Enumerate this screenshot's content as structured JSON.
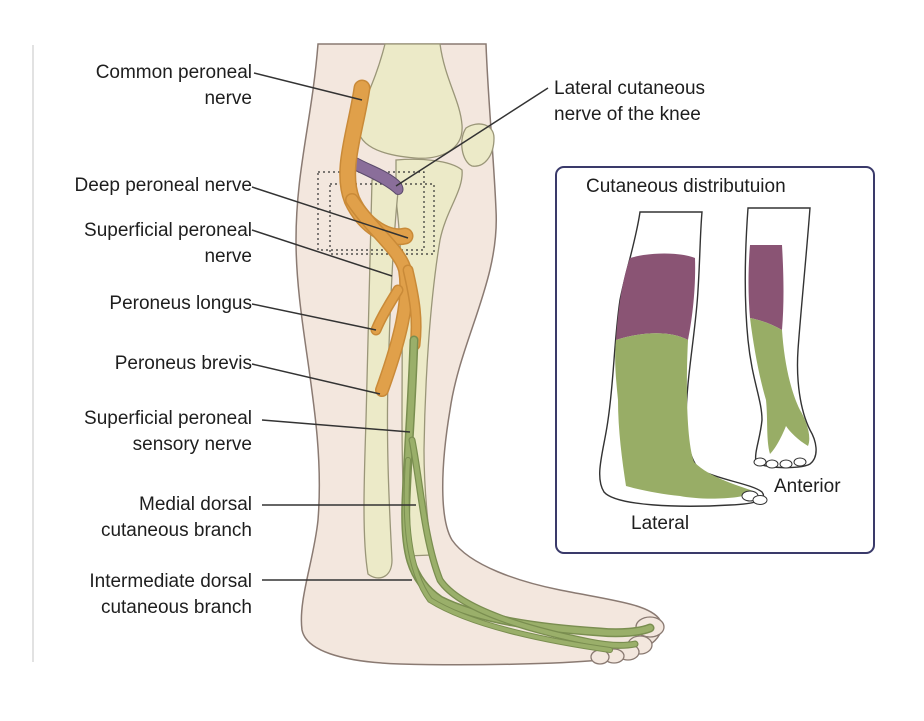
{
  "labels": {
    "common_peroneal": [
      "Common peroneal",
      "nerve"
    ],
    "lateral_cutaneous_knee": [
      "Lateral cutaneous",
      "nerve of the knee"
    ],
    "deep_peroneal": "Deep peroneal nerve",
    "superficial_peroneal": [
      "Superficial peroneal",
      "nerve"
    ],
    "peroneus_longus": "Peroneus longus",
    "peroneus_brevis": "Peroneus brevis",
    "superficial_peroneal_sensory": [
      "Superficial peroneal",
      "sensory nerve"
    ],
    "medial_dorsal": [
      "Medial dorsal",
      "cutaneous branch"
    ],
    "intermediate_dorsal": [
      "Intermediate dorsal",
      "cutaneous branch"
    ]
  },
  "inset": {
    "title": "Cutaneous distributuion",
    "lateral_label": "Lateral",
    "anterior_label": "Anterior"
  },
  "colors": {
    "skin": "#f3e7de",
    "bone": "#eceac8",
    "nerve_orange": "#e0a04a",
    "nerve_purple": "#8a6e9a",
    "nerve_green": "#9aaf6a",
    "region_purple": "#8a5474",
    "region_green": "#98ad66",
    "inset_border": "#3a3a6a"
  }
}
